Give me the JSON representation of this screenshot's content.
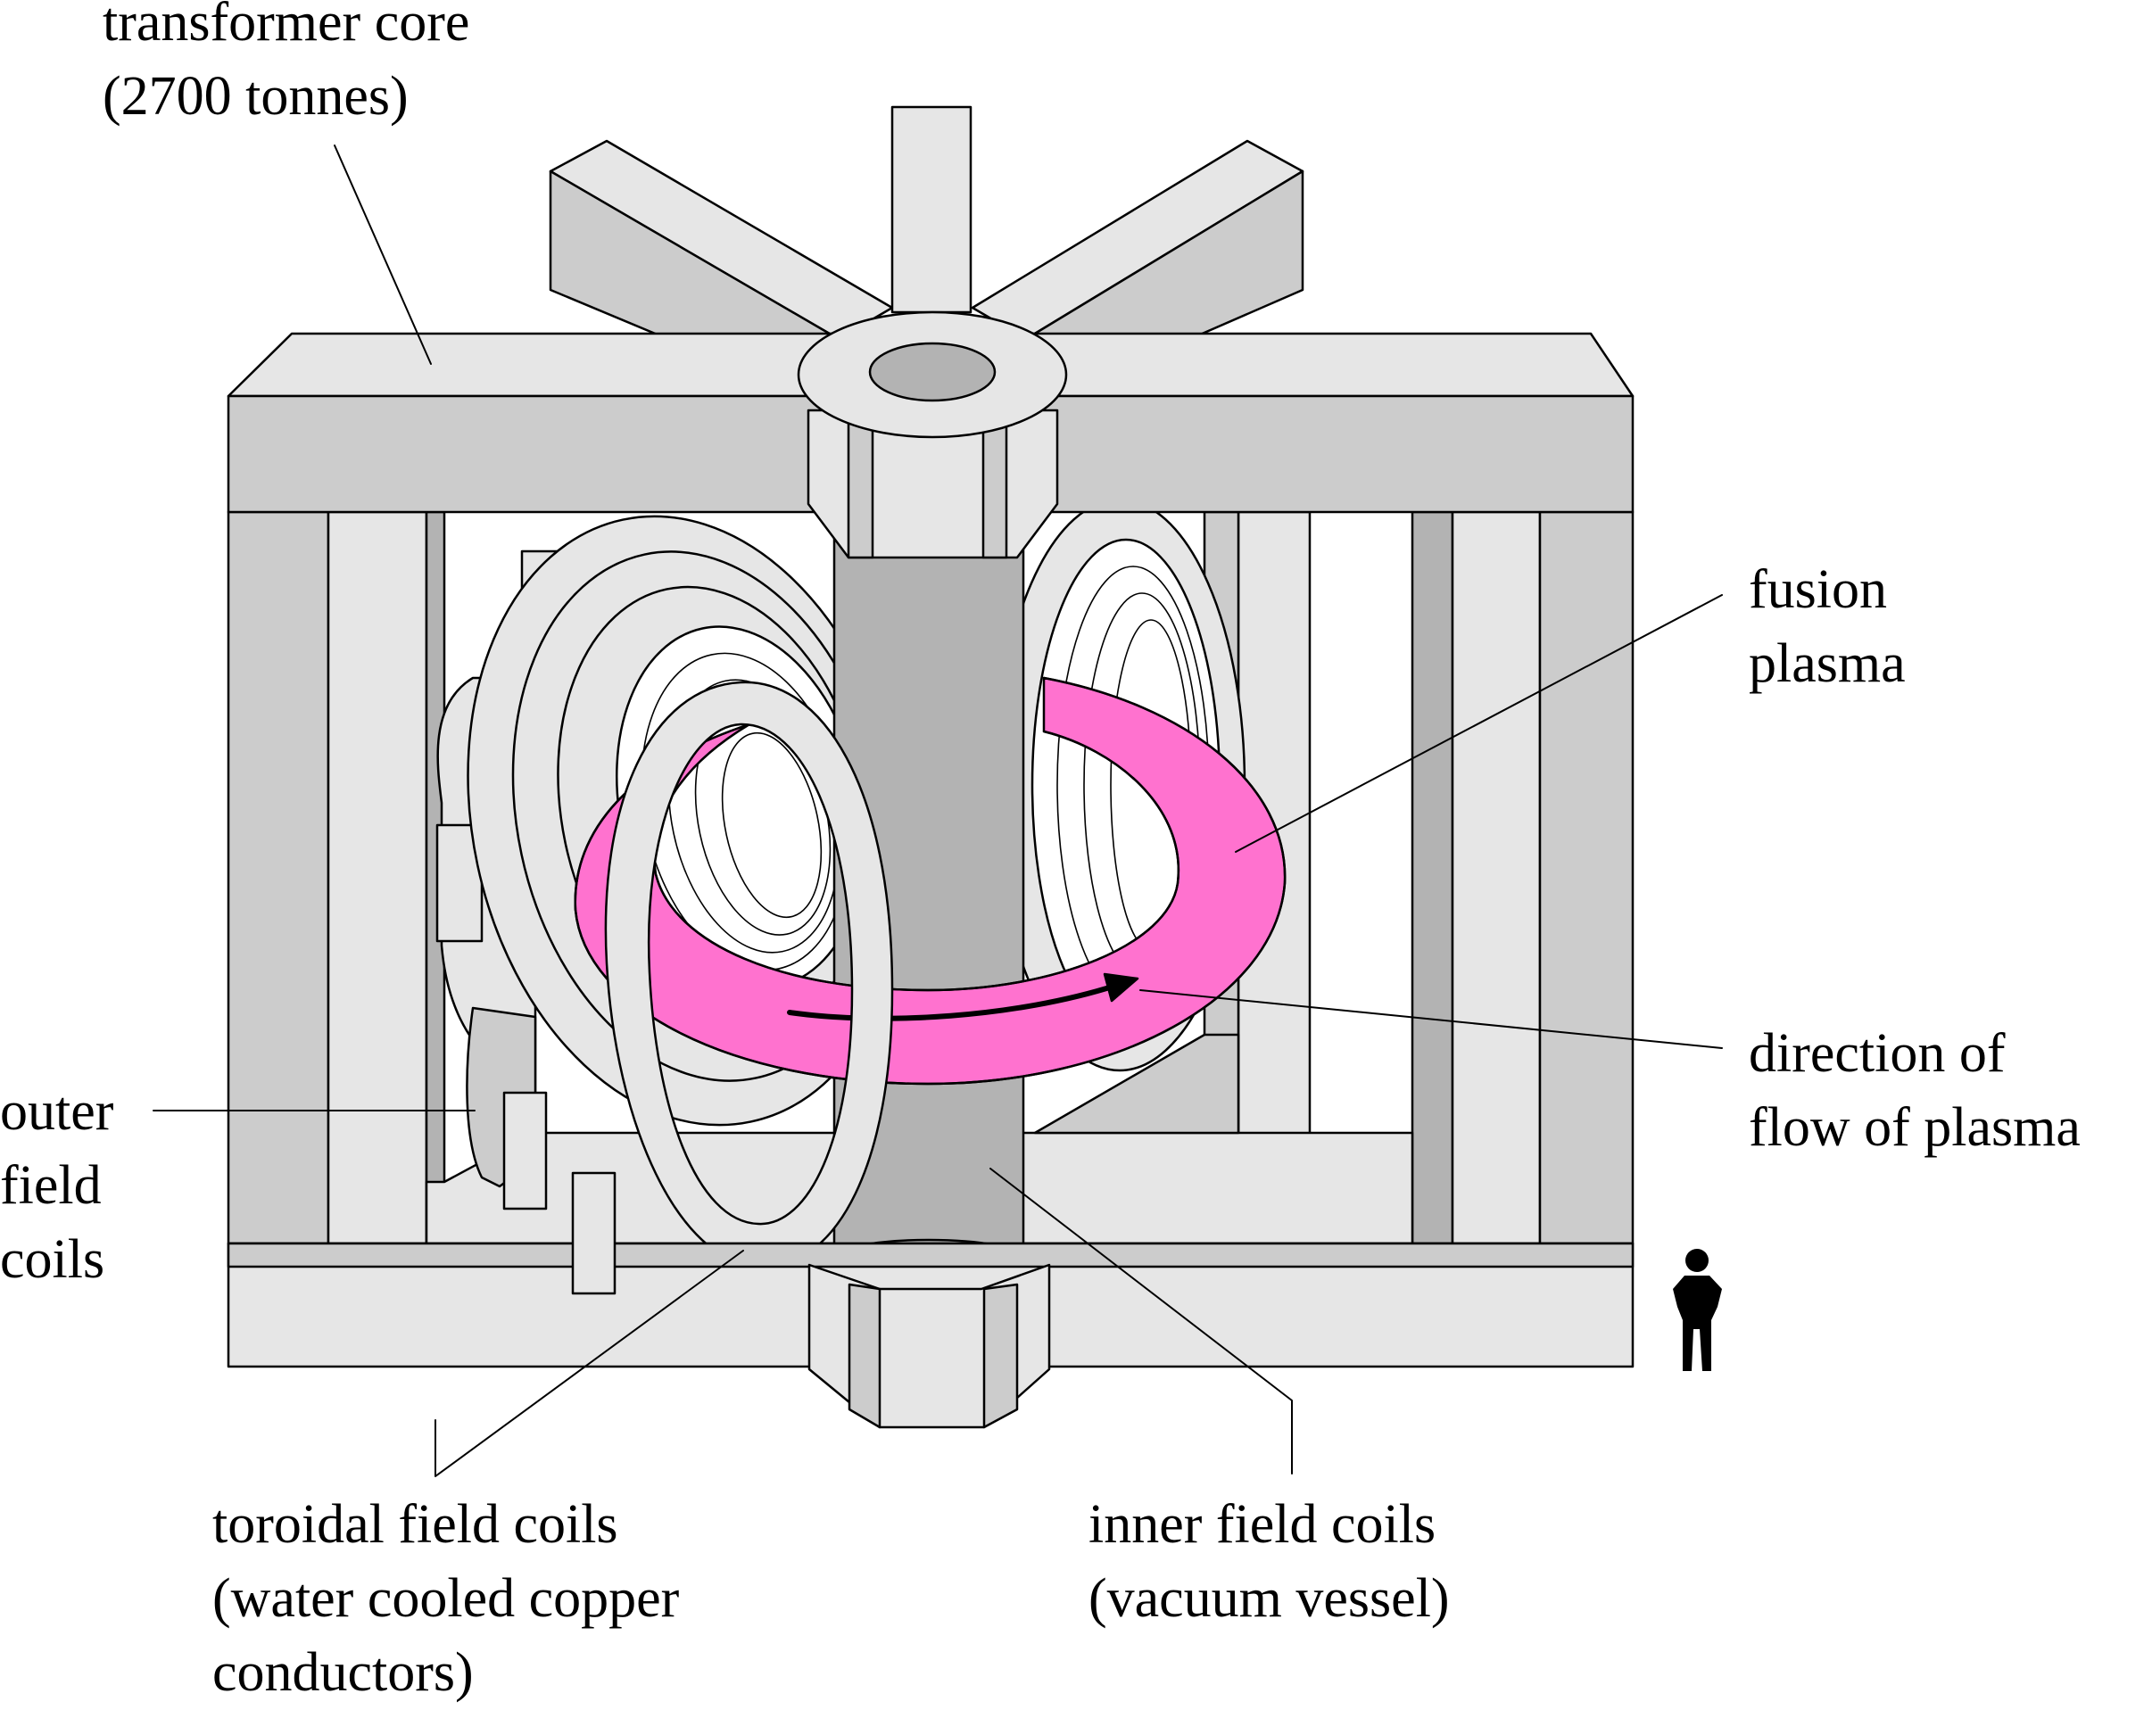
{
  "labels": {
    "transformer_core": [
      "transformer core",
      "(2700 tonnes)"
    ],
    "fusion_plasma": [
      "fusion",
      "plasma"
    ],
    "direction_of_flow": [
      "direction of",
      "flow of plasma"
    ],
    "outer_field_coils": [
      "outer",
      "field",
      "coils"
    ],
    "toroidal_field_coils": [
      "toroidal field coils",
      "(water cooled copper",
      "conductors)"
    ],
    "inner_field_coils": [
      "inner field coils",
      "(vacuum vessel)"
    ]
  },
  "colors": {
    "core_light": "#e6e6e6",
    "core_mid": "#cccccc",
    "core_dark": "#b3b3b3",
    "plasma": "#ff72cf",
    "stroke": "#000000"
  }
}
